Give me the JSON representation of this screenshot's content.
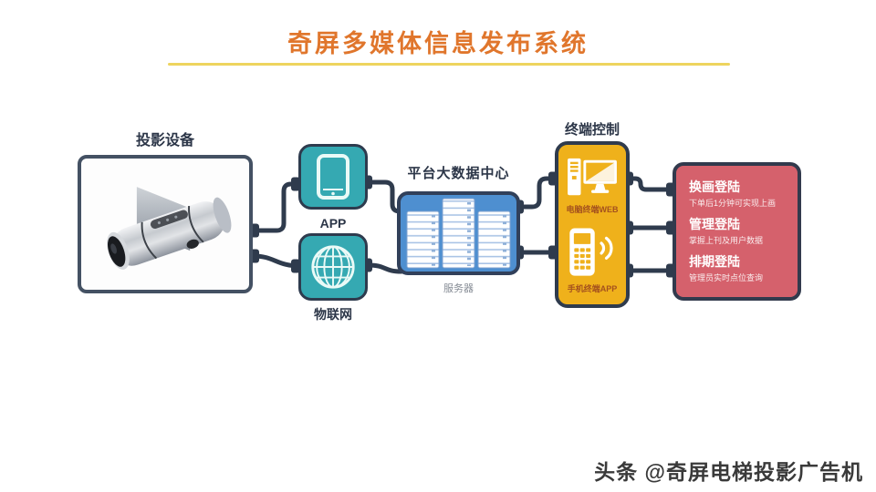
{
  "title": {
    "text": "奇屏多媒体信息发布系统"
  },
  "projector": {
    "label": "投影设备"
  },
  "channels": [
    {
      "label": "APP",
      "icon": "tablet-icon"
    },
    {
      "label": "物联网",
      "icon": "globe-icon"
    }
  ],
  "datacenter": {
    "title": "平台大数据中心",
    "caption": "服务器",
    "icon": "server-rack-icon"
  },
  "terminal": {
    "title": "终端控制",
    "items": [
      {
        "label": "电脑终端WEB",
        "icon": "desktop-computer-icon"
      },
      {
        "label": "手机终端APP",
        "icon": "mobile-phone-signal-icon"
      }
    ]
  },
  "logins": {
    "items": [
      {
        "title": "换画登陆",
        "desc": "下单后1分钟可实现上画"
      },
      {
        "title": "管理登陆",
        "desc": "掌握上刊及用户数据"
      },
      {
        "title": "排期登陆",
        "desc": "管理员实时点位查询"
      }
    ]
  },
  "watermark": "头条 @奇屏电梯投影广告机",
  "colors": {
    "title_orange": "#e0762c",
    "underline_yellow": "#eed45e",
    "teal": "#35a9b2",
    "blue": "#4e8fd0",
    "yellow": "#efb11b",
    "red": "#d5616c",
    "connector_navy": "#2f3b4d"
  }
}
